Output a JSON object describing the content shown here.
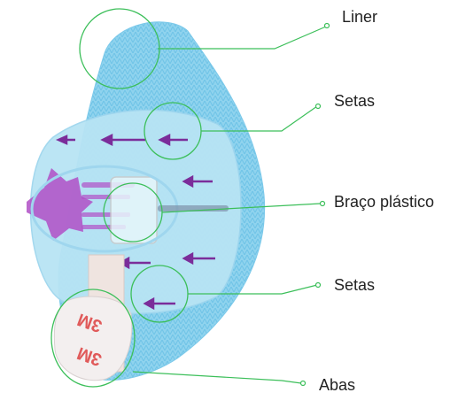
{
  "labels": {
    "liner": "Liner",
    "setas_top": "Setas",
    "braco": "Braço plástico",
    "setas_bottom": "Setas",
    "abas": "Abas"
  },
  "tab_print": "3M",
  "colors": {
    "callout": "#3cbf5a",
    "liner": "#8fd3ee",
    "film": "#b8e4f4",
    "arrow": "#7b2d9a",
    "device": "#b04fc6",
    "tab": "#f3efef",
    "tab_print": "#e05a5a"
  }
}
